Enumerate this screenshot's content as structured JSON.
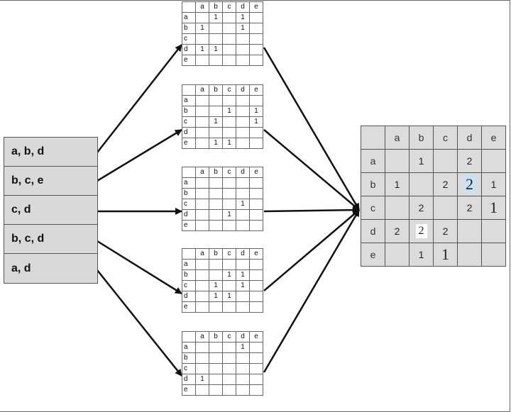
{
  "labels": [
    "a",
    "b",
    "c",
    "d",
    "e"
  ],
  "transactions": [
    "a, b, d",
    "b, c, e",
    "c, d",
    "b, c, d",
    "a, d"
  ],
  "matrices": [
    {
      "header": [
        "",
        "a",
        "b",
        "c",
        "d",
        "e"
      ],
      "rows": [
        [
          "a",
          "",
          "1",
          "",
          "1",
          ""
        ],
        [
          "b",
          "1",
          "",
          "",
          "1",
          ""
        ],
        [
          "c",
          "",
          "",
          "",
          "",
          ""
        ],
        [
          "d",
          "1",
          "1",
          "",
          "",
          ""
        ],
        [
          "e",
          "",
          "",
          "",
          "",
          ""
        ]
      ]
    },
    {
      "header": [
        "",
        "a",
        "b",
        "c",
        "d",
        "e"
      ],
      "rows": [
        [
          "a",
          "",
          "",
          "",
          "",
          ""
        ],
        [
          "b",
          "",
          "",
          "1",
          "",
          "1"
        ],
        [
          "c",
          "",
          "1",
          "",
          "",
          "1"
        ],
        [
          "d",
          "",
          "",
          "",
          "",
          ""
        ],
        [
          "e",
          "",
          "1",
          "1",
          "",
          ""
        ]
      ]
    },
    {
      "header": [
        "",
        "a",
        "b",
        "c",
        "d",
        "e"
      ],
      "rows": [
        [
          "a",
          "",
          "",
          "",
          "",
          ""
        ],
        [
          "b",
          "",
          "",
          "",
          "",
          ""
        ],
        [
          "c",
          "",
          "",
          "",
          "1",
          ""
        ],
        [
          "d",
          "",
          "",
          "1",
          "",
          ""
        ],
        [
          "e",
          "",
          "",
          "",
          "",
          ""
        ]
      ]
    },
    {
      "header": [
        "",
        "a",
        "b",
        "c",
        "d",
        "e"
      ],
      "rows": [
        [
          "a",
          "",
          "",
          "",
          "",
          ""
        ],
        [
          "b",
          "",
          "",
          "1",
          "1",
          ""
        ],
        [
          "c",
          "",
          "1",
          "",
          "1",
          ""
        ],
        [
          "d",
          "",
          "1",
          "1",
          "",
          ""
        ],
        [
          "e",
          "",
          "",
          "",
          "",
          ""
        ]
      ]
    },
    {
      "header": [
        "",
        "a",
        "b",
        "c",
        "d",
        "e"
      ],
      "rows": [
        [
          "a",
          "",
          "",
          "",
          "1",
          ""
        ],
        [
          "b",
          "",
          "",
          "",
          "",
          ""
        ],
        [
          "c",
          "",
          "",
          "",
          "",
          ""
        ],
        [
          "d",
          "1",
          "",
          "",
          "",
          ""
        ],
        [
          "e",
          "",
          "",
          "",
          "",
          ""
        ]
      ]
    }
  ],
  "result": {
    "header": [
      "",
      "a",
      "b",
      "c",
      "d",
      "e"
    ],
    "rows": [
      [
        "a",
        "",
        "1",
        "",
        "2",
        ""
      ],
      [
        "b",
        "1",
        "",
        "2",
        "2",
        "1"
      ],
      [
        "c",
        "",
        "2",
        "",
        "2",
        "1"
      ],
      [
        "d",
        "2",
        "2",
        "2",
        "",
        ""
      ],
      [
        "e",
        "",
        "1",
        "1",
        "",
        ""
      ]
    ],
    "highlight_blue_color": "#c9e2f7"
  }
}
